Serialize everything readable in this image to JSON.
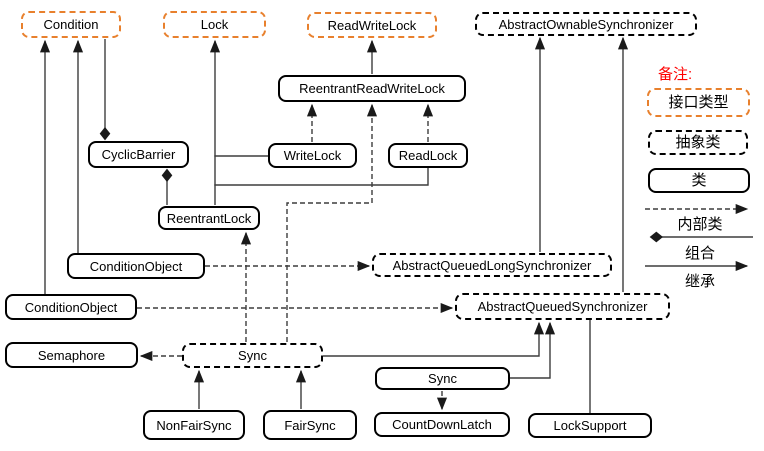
{
  "diagram": {
    "nodes": {
      "condition": {
        "label": "Condition",
        "type": "interface"
      },
      "lock": {
        "label": "Lock",
        "type": "interface"
      },
      "readwritelock": {
        "label": "ReadWriteLock",
        "type": "interface"
      },
      "aos": {
        "label": "AbstractOwnableSynchronizer",
        "type": "abstract"
      },
      "rrwl": {
        "label": "ReentrantReadWriteLock",
        "type": "class"
      },
      "cyclicbarrier": {
        "label": "CyclicBarrier",
        "type": "class"
      },
      "writelock": {
        "label": "WriteLock",
        "type": "class"
      },
      "readlock": {
        "label": "ReadLock",
        "type": "class"
      },
      "reentrantlock": {
        "label": "ReentrantLock",
        "type": "class"
      },
      "conditionobject1": {
        "label": "ConditionObject",
        "type": "class"
      },
      "aqls": {
        "label": "AbstractQueuedLongSynchronizer",
        "type": "abstract"
      },
      "conditionobject2": {
        "label": "ConditionObject",
        "type": "class"
      },
      "aqs": {
        "label": "AbstractQueuedSynchronizer",
        "type": "abstract"
      },
      "semaphore": {
        "label": "Semaphore",
        "type": "class"
      },
      "sync_abstract": {
        "label": "Sync",
        "type": "abstract"
      },
      "sync_class": {
        "label": "Sync",
        "type": "class"
      },
      "nonfairsync": {
        "label": "NonFairSync",
        "type": "class"
      },
      "fairsync": {
        "label": "FairSync",
        "type": "class"
      },
      "countdownlatch": {
        "label": "CountDownLatch",
        "type": "class"
      },
      "locksupport": {
        "label": "LockSupport",
        "type": "class"
      }
    },
    "edges": [
      {
        "from": "conditionobject2",
        "to": "condition",
        "type": "inheritance"
      },
      {
        "from": "conditionobject1",
        "to": "condition",
        "type": "inheritance"
      },
      {
        "from": "condition",
        "to": "cyclicbarrier",
        "type": "composition"
      },
      {
        "from": "reentrantlock",
        "to": "cyclicbarrier",
        "type": "composition"
      },
      {
        "from": "reentrantlock",
        "to": "lock",
        "type": "inheritance"
      },
      {
        "from": "writelock",
        "to": "lock",
        "type": "inheritance"
      },
      {
        "from": "readlock",
        "to": "lock",
        "type": "inheritance"
      },
      {
        "from": "rrwl",
        "to": "readwritelock",
        "type": "inheritance"
      },
      {
        "from": "writelock",
        "to": "rrwl",
        "type": "inner-class"
      },
      {
        "from": "readlock",
        "to": "rrwl",
        "type": "inner-class"
      },
      {
        "from": "sync_abstract",
        "to": "rrwl",
        "type": "inner-class"
      },
      {
        "from": "sync_abstract",
        "to": "reentrantlock",
        "type": "inner-class"
      },
      {
        "from": "sync_abstract",
        "to": "semaphore",
        "type": "inner-class"
      },
      {
        "from": "sync_abstract",
        "to": "aqs",
        "type": "inheritance"
      },
      {
        "from": "conditionobject1",
        "to": "aqls",
        "type": "inner-class"
      },
      {
        "from": "conditionobject2",
        "to": "aqs",
        "type": "inner-class"
      },
      {
        "from": "sync_class",
        "to": "aqs",
        "type": "inheritance"
      },
      {
        "from": "sync_class",
        "to": "countdownlatch",
        "type": "inner-class"
      },
      {
        "from": "aqs",
        "to": "locksupport",
        "type": "association"
      },
      {
        "from": "nonfairsync",
        "to": "sync_abstract",
        "type": "inheritance"
      },
      {
        "from": "fairsync",
        "to": "sync_abstract",
        "type": "inheritance"
      },
      {
        "from": "aqls",
        "to": "aos",
        "type": "inheritance"
      },
      {
        "from": "aqs",
        "to": "aos",
        "type": "inheritance"
      }
    ],
    "legend": {
      "title": "备注:",
      "interface_label": "接口类型",
      "abstract_label": "抽象类",
      "class_label": "类",
      "inner_class_label": "内部类",
      "composition_label": "组合",
      "inheritance_label": "继承"
    }
  },
  "colors": {
    "interface_border": "#E8802D",
    "note_title": "#FF0000",
    "box_border": "#000000",
    "line": "#3D3D3D"
  }
}
